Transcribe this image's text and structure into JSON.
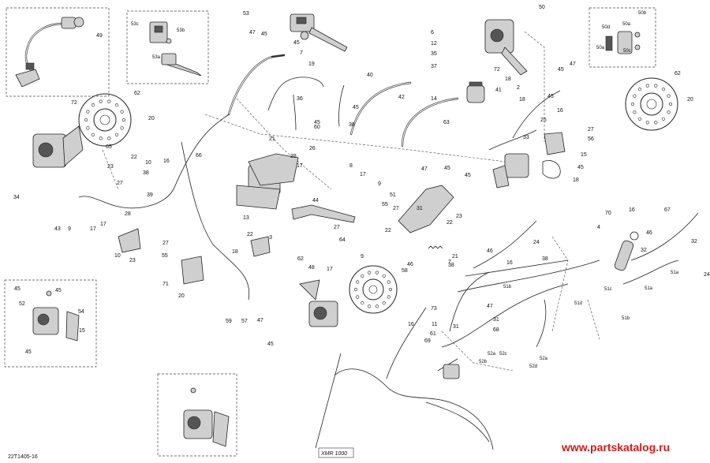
{
  "diagram": {
    "code": "22T1405-16",
    "model_label": "XMR 1000",
    "watermark": "www.partskatalog.ru",
    "callouts": [
      "49",
      "53",
      "53c",
      "53b",
      "53a",
      "47",
      "45",
      "7",
      "19",
      "45",
      "50",
      "50a",
      "50b",
      "50c",
      "50d",
      "50a",
      "6",
      "12",
      "35",
      "37",
      "72",
      "18",
      "47",
      "45",
      "62",
      "20",
      "72",
      "62",
      "20",
      "36",
      "40",
      "42",
      "14",
      "41",
      "2",
      "18",
      "45",
      "16",
      "45",
      "38",
      "63",
      "25",
      "27",
      "56",
      "15",
      "45",
      "33",
      "18",
      "65",
      "22",
      "23",
      "27",
      "10",
      "38",
      "39",
      "16",
      "66",
      "45",
      "60",
      "21",
      "26",
      "28",
      "17",
      "8",
      "17",
      "9",
      "47",
      "45",
      "45",
      "51",
      "27",
      "31",
      "34",
      "43",
      "9",
      "17",
      "17",
      "28",
      "13",
      "44",
      "55",
      "22",
      "23",
      "27",
      "64",
      "22",
      "10",
      "23",
      "27",
      "55",
      "22",
      "3",
      "18",
      "71",
      "20",
      "62",
      "48",
      "17",
      "9",
      "58",
      "21",
      "38",
      "46",
      "7",
      "24",
      "70",
      "16",
      "67",
      "4",
      "46",
      "32",
      "32",
      "24",
      "46",
      "16",
      "38",
      "51b",
      "51d",
      "51c",
      "51a",
      "51a",
      "51b",
      "47",
      "45",
      "45",
      "52",
      "54",
      "15",
      "45",
      "59",
      "57",
      "47",
      "45",
      "73",
      "16",
      "11",
      "61",
      "69",
      "31",
      "31",
      "68",
      "52a",
      "52c",
      "52b",
      "52d",
      "52a"
    ]
  }
}
